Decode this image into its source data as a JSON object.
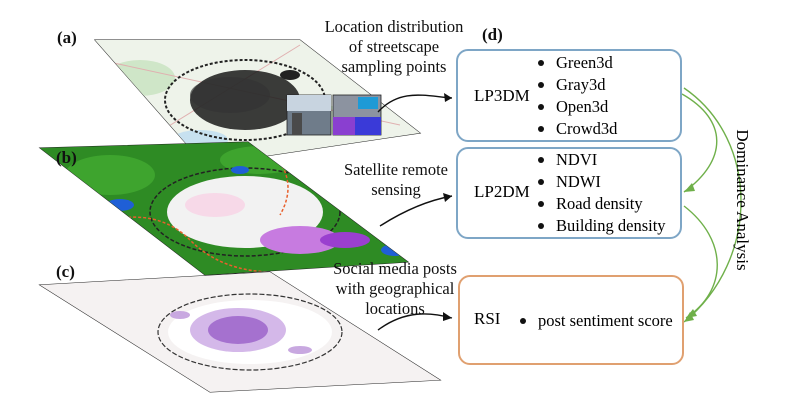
{
  "panels": {
    "a": {
      "label": "(a)",
      "caption": [
        "Location distribution",
        "of streetscape",
        "sampling points"
      ]
    },
    "b": {
      "label": "(b)",
      "caption": [
        "Satellite remote",
        "sensing"
      ]
    },
    "c": {
      "label": "(c)",
      "caption": [
        "Social media posts",
        "with geographical",
        "locations"
      ]
    },
    "d": {
      "label": "(d)"
    }
  },
  "boxes": {
    "lp3dm": {
      "name": "LP3DM",
      "items": [
        "Green3d",
        "Gray3d",
        "Open3d",
        "Crowd3d"
      ],
      "border_color": "#7ea6c6"
    },
    "lp2dm": {
      "name": "LP2DM",
      "items": [
        "NDVI",
        "NDWI",
        "Road density",
        "Building density"
      ],
      "border_color": "#7ea6c6"
    },
    "rsi": {
      "name": "RSI",
      "items": [
        "post sentiment score"
      ],
      "border_color": "#e0a070"
    }
  },
  "side_label": "Dominance Analysis",
  "colors": {
    "arrow_green": "#6fb04a",
    "forest": "#2e8b24",
    "urban": "#f2f2f2",
    "purple": "#8a4fbf",
    "outline": "#222222"
  }
}
